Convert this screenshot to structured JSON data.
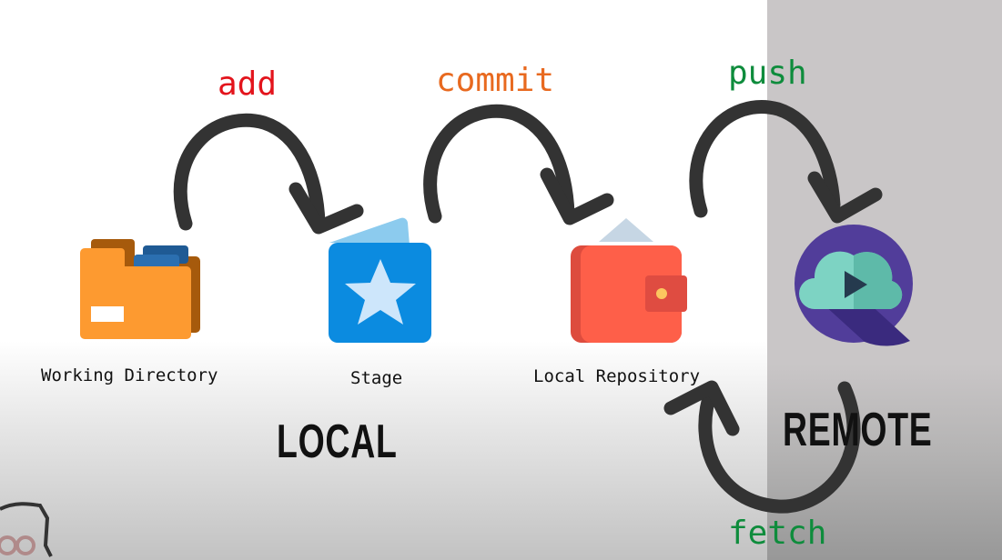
{
  "operations": {
    "add": "add",
    "commit": "commit",
    "push": "push",
    "fetch": "fetch"
  },
  "nodes": {
    "working_directory": "Working Directory",
    "stage": "Stage",
    "local_repository": "Local Repository"
  },
  "areas": {
    "local": "LOCAL",
    "remote": "REMOTE"
  },
  "colors": {
    "add": "#e3141c",
    "commit": "#e8691f",
    "push": "#0e8c3c",
    "fetch": "#0e8c3c",
    "arrow": "#333333"
  }
}
